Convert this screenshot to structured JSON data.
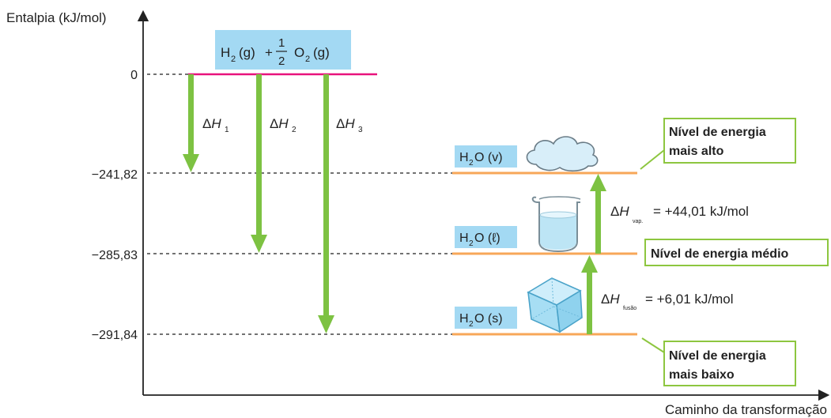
{
  "axes": {
    "y_label": "Entalpia (kJ/mol)",
    "x_label": "Caminho da transformação",
    "ticks": [
      "0",
      "−241,82",
      "−285,83",
      "−291,84"
    ]
  },
  "reactants": {
    "sym_h": "H",
    "sub_h": "2",
    "state_h": "(g)",
    "plus": "+",
    "frac_num": "1",
    "frac_den": "2",
    "sym_o": "O",
    "sub_o": "2",
    "state_o": "(g)"
  },
  "enthalpies": [
    {
      "delta": "Δ",
      "sym": "H",
      "sub": "1"
    },
    {
      "delta": "Δ",
      "sym": "H",
      "sub": "2"
    },
    {
      "delta": "Δ",
      "sym": "H",
      "sub": "3"
    }
  ],
  "species": [
    {
      "sym": "H",
      "sub": "2",
      "rest": "O (v)"
    },
    {
      "sym": "H",
      "sub": "2",
      "rest": "O (ℓ)"
    },
    {
      "sym": "H",
      "sub": "2",
      "rest": "O (s)"
    }
  ],
  "transitions": [
    {
      "delta": "Δ",
      "sym": "H",
      "sub": "vap.",
      "value": "= +44,01 kJ/mol"
    },
    {
      "delta": "Δ",
      "sym": "H",
      "sub": "fusão",
      "value": "= +6,01 kJ/mol"
    }
  ],
  "callouts": {
    "high": [
      "Nível de energia",
      "mais alto"
    ],
    "medium": "Nível de energia médio",
    "low": [
      "Nível de energia",
      "mais baixo"
    ]
  },
  "colors": {
    "green_arrow": "#7dc242",
    "callout_border": "#8dc63f",
    "label_bg": "#a3d9f3",
    "orange_level": "#f7a758",
    "magenta_level": "#e8127c",
    "cloud": "#bfe3f5"
  },
  "icons": [
    "cloud-icon",
    "beaker-icon",
    "ice-cube-icon"
  ]
}
